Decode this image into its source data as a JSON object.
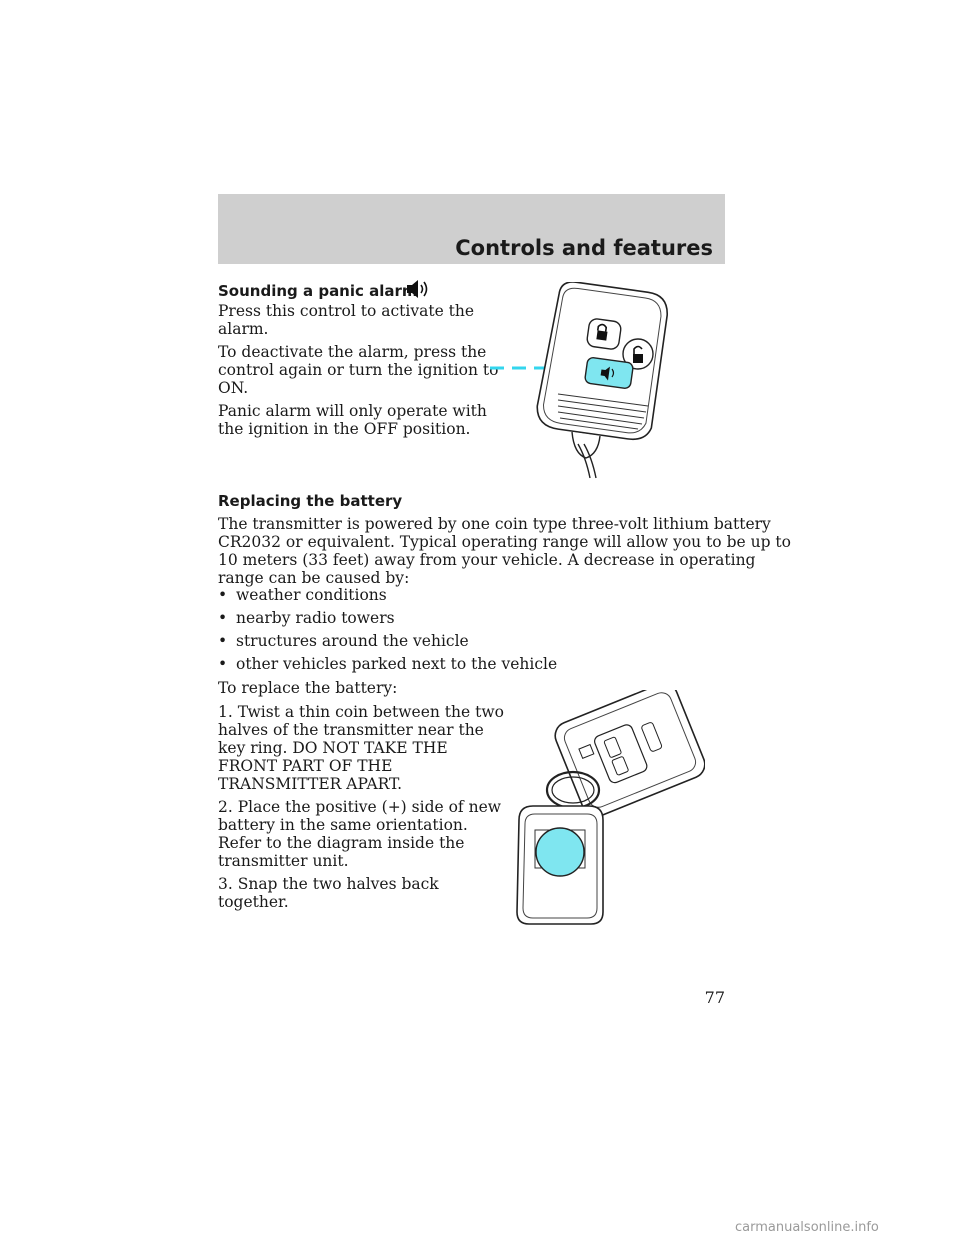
{
  "header": {
    "title": "Controls and features"
  },
  "panic": {
    "heading": "Sounding a panic alarm",
    "icon": "speaker-sound-icon",
    "p1_line1": "Press this control to activate the",
    "p1_line2": "alarm.",
    "p2_line1": "To deactivate the alarm, press the",
    "p2_line2": "control again or turn the ignition to",
    "p2_line3": "ON.",
    "p3_line1": "Panic alarm will only operate with",
    "p3_line2": "the ignition in the OFF position."
  },
  "battery": {
    "heading": "Replacing the battery",
    "intro_line1": "The transmitter is powered by one coin type three-volt lithium battery",
    "intro_line2": "CR2032 or equivalent. Typical operating range will allow you to be up to",
    "intro_line3": "10 meters (33 feet) away from your vehicle. A decrease in operating",
    "intro_line4": "range can be caused by:",
    "bullets": [
      "weather conditions",
      "nearby radio towers",
      "structures around the vehicle",
      "other vehicles parked next to the vehicle"
    ],
    "bullet_mark": "•",
    "to_replace": "To replace the battery:",
    "step1_line1": "1. Twist a thin coin between the two",
    "step1_line2": "halves of the transmitter near the",
    "step1_line3": "key ring. DO NOT TAKE THE",
    "step1_line4": "FRONT PART OF THE",
    "step1_line5": "TRANSMITTER APART.",
    "step2_line1": "2. Place the positive (+) side of new",
    "step2_line2": "battery in the same orientation.",
    "step2_line3": "Refer to the diagram inside the",
    "step2_line4": "transmitter unit.",
    "step3_line1": "3. Snap the two halves back",
    "step3_line2": "together."
  },
  "page_number": "77",
  "watermark": "carmanualsonline.info",
  "colors": {
    "header_band": "#cfcfcf",
    "highlight": "#7fe6f0",
    "arrow": "#33d6ee"
  }
}
